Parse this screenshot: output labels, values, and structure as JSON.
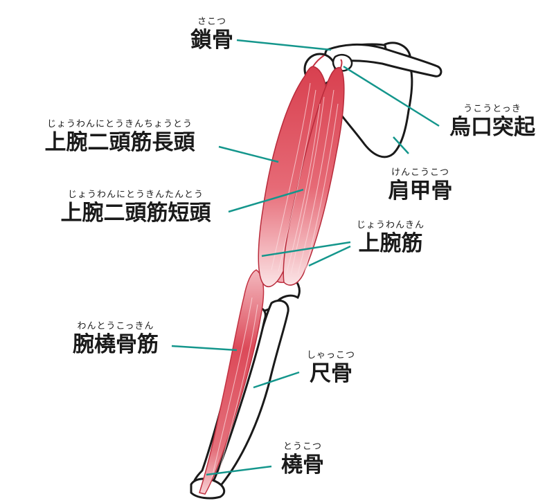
{
  "labels": {
    "clavicle": {
      "ruby": "さこつ",
      "text": "鎖骨"
    },
    "coracoid": {
      "ruby": "うこうとっき",
      "text": "烏口突起"
    },
    "biceps_long": {
      "ruby": "じょうわんにとうきんちょうとう",
      "text": "上腕二頭筋長頭"
    },
    "scapula": {
      "ruby": "けんこうこつ",
      "text": "肩甲骨"
    },
    "biceps_short": {
      "ruby": "じょうわんにとうきんたんとう",
      "text": "上腕二頭筋短頭"
    },
    "brachialis": {
      "ruby": "じょうわんきん",
      "text": "上腕筋"
    },
    "brachioradialis": {
      "ruby": "わんとうこっきん",
      "text": "腕橈骨筋"
    },
    "ulna": {
      "ruby": "しゃっこつ",
      "text": "尺骨"
    },
    "radius": {
      "ruby": "とうこつ",
      "text": "橈骨"
    }
  },
  "colors": {
    "leader": "#14968c",
    "muscle_dark": "#d94050",
    "muscle_light": "#fbe4e6",
    "bone_stroke": "#1a1a1a",
    "bone_fill": "#ffffff"
  }
}
